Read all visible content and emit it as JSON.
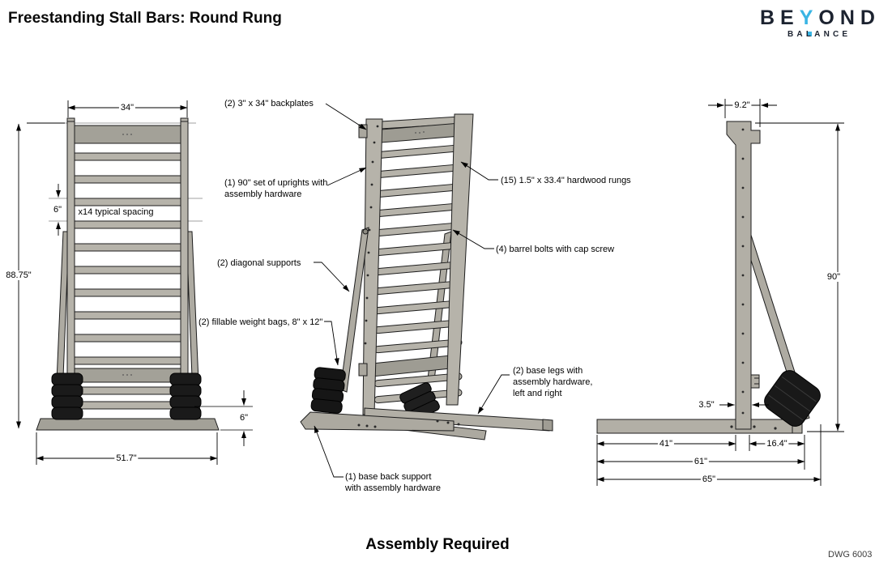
{
  "header": {
    "title": "Freestanding Stall Bars: Round Rung"
  },
  "logo": {
    "prefix": "BE",
    "accent_letter": "Y",
    "suffix": "OND",
    "subtitle": "BALANCE",
    "accent_color": "#3ab5e4",
    "text_color": "#1c2330"
  },
  "front_view": {
    "dim_width": "34\"",
    "dim_height": "88.75\"",
    "dim_rung_spacing": "6\"",
    "spacing_note": "x14 typical spacing",
    "dim_base_height": "6\"",
    "dim_base_width": "51.7\""
  },
  "perspective_view": {
    "callout_backplates": "(2) 3\" x 34\" backplates",
    "callout_uprights_line1": "(1) 90\" set of uprights with",
    "callout_uprights_line2": "assembly hardware",
    "callout_rungs": "(15) 1.5\" x 33.4\" hardwood rungs",
    "callout_barrel_bolts": "(4) barrel bolts with cap screw",
    "callout_diagonal_supports": "(2) diagonal supports",
    "callout_weight_bags": "(2) fillable weight bags, 8\" x 12\"",
    "callout_base_legs_line1": "(2) base legs with",
    "callout_base_legs_line2": "assembly hardware,",
    "callout_base_legs_line3": "left and right",
    "callout_base_back_line1": "(1) base back support",
    "callout_base_back_line2": "with assembly hardware"
  },
  "side_view": {
    "dim_top_depth": "9.2\"",
    "dim_height": "90\"",
    "dim_upright_depth": "3.5\"",
    "dim_front_length": "41\"",
    "dim_back_length": "16.4\"",
    "dim_mid_length": "61\"",
    "dim_total_length": "65\""
  },
  "footer": {
    "assembly_note": "Assembly Required",
    "drawing_number": "DWG 6003"
  },
  "colors": {
    "structure": "#b6b3aa",
    "structure_dark_band": "#a3a198",
    "weight_bag": "#1a1a1a",
    "line": "#000000"
  }
}
